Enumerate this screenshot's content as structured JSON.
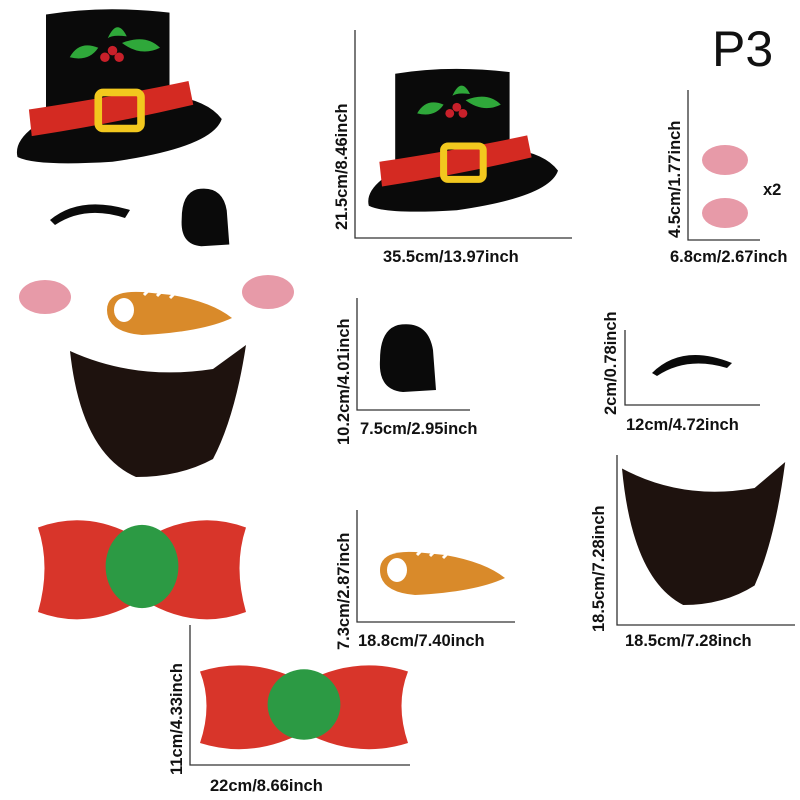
{
  "badge": "P3",
  "colors": {
    "hat": "#0a0a0a",
    "band": "#d42a22",
    "buckle": "#f2c81e",
    "holly": "#2fa83a",
    "cheek": "#e79aa8",
    "nose": "#d98a2a",
    "bow": "#d8352a",
    "knot": "#2c9a44",
    "mouth": "#1e120e"
  },
  "pieces": {
    "hat": {
      "height": "21.5cm/8.46inch",
      "width": "35.5cm/13.97inch"
    },
    "cheeks": {
      "height": "4.5cm/1.77inch",
      "width": "6.8cm/2.67inch",
      "quantity": "x2"
    },
    "eye": {
      "height": "10.2cm/4.01inch",
      "width": "7.5cm/2.95inch"
    },
    "eyebrow": {
      "height": "2cm/0.78inch",
      "width": "12cm/4.72inch"
    },
    "nose": {
      "height": "7.3cm/2.87inch",
      "width": "18.8cm/7.40inch"
    },
    "mouth": {
      "height": "18.5cm/7.28inch",
      "width": "18.5cm/7.28inch"
    },
    "bow": {
      "height": "11cm/4.33inch",
      "width": "22cm/8.66inch"
    }
  }
}
